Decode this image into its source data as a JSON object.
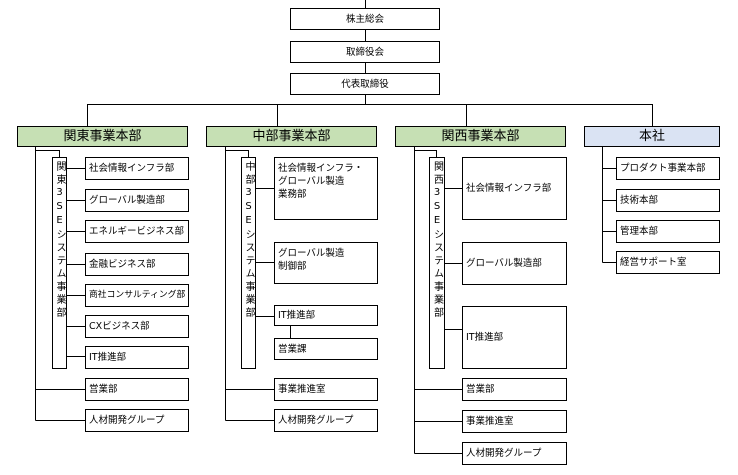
{
  "top": {
    "shareholders": "株主総会",
    "board": "取締役会",
    "ceo": "代表取締役"
  },
  "kanto": {
    "title": "関東事業本部",
    "sub_group": "関東3SEシステム事業部",
    "sub_items": [
      "社会情報インフラ部",
      "グローバル製造部",
      "エネルギービジネス部",
      "金融ビジネス部",
      "商社コンサルティング部",
      "CXビジネス部",
      "IT推進部"
    ],
    "items": [
      "営業部",
      "人材開発グループ"
    ]
  },
  "chubu": {
    "title": "中部事業本部",
    "sub_group": "中部3SEシステム事業部",
    "sub_items": [
      "社会情報インフラ・\nグローバル製造\n業務部",
      "グローバル製造\n制御部",
      "IT推進部",
      "営業課"
    ],
    "items": [
      "事業推進室",
      "人材開発グループ"
    ]
  },
  "kansai": {
    "title": "関西事業本部",
    "sub_group": "関西3SEシステム事業部",
    "sub_items": [
      "社会情報インフラ部",
      "グローバル製造部",
      "IT推進部"
    ],
    "items": [
      "営業部",
      "事業推進室",
      "人材開発グループ"
    ]
  },
  "honsha": {
    "title": "本社",
    "items": [
      "プロダクト事業本部",
      "技術本部",
      "管理本部",
      "経営サポート室"
    ]
  }
}
